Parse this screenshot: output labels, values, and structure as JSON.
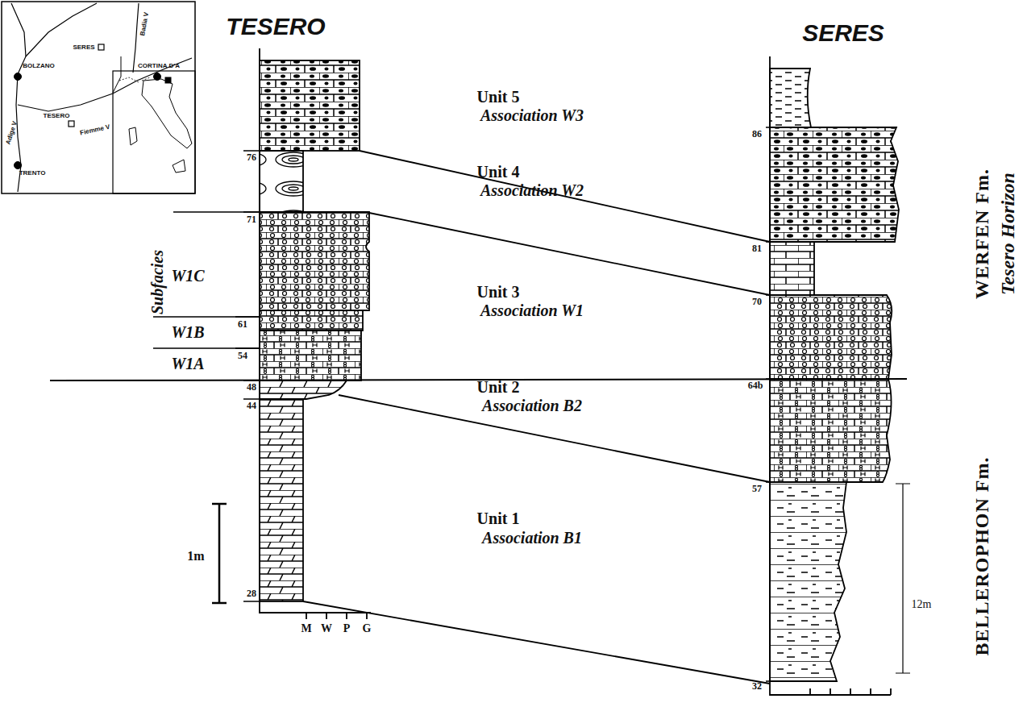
{
  "diagram": {
    "labels": [
      "TESERO",
      "SERES",
      "SERES",
      "Badia V",
      "BOLZANO",
      "CORTINA D'A",
      "TESERO",
      "Fiemme V",
      "Adige V",
      "TRENTO",
      "Unit 5",
      "Association W3",
      "Unit 4",
      "Association W2",
      "Unit 3",
      "Association W1",
      "Unit 2",
      "Association B2",
      "Unit 1",
      "Association B1",
      "Subfacies",
      "W1C",
      "W1B",
      "W1A",
      "76",
      "71",
      "61",
      "54",
      "48",
      "44",
      "28",
      "1m",
      "M",
      "W",
      "P",
      "G",
      "86",
      "81",
      "70",
      "64b",
      "57",
      "32",
      "12m",
      "WERFEN Fm.",
      "Tesero Horizon",
      "BELLEROPHON Fm."
    ]
  }
}
